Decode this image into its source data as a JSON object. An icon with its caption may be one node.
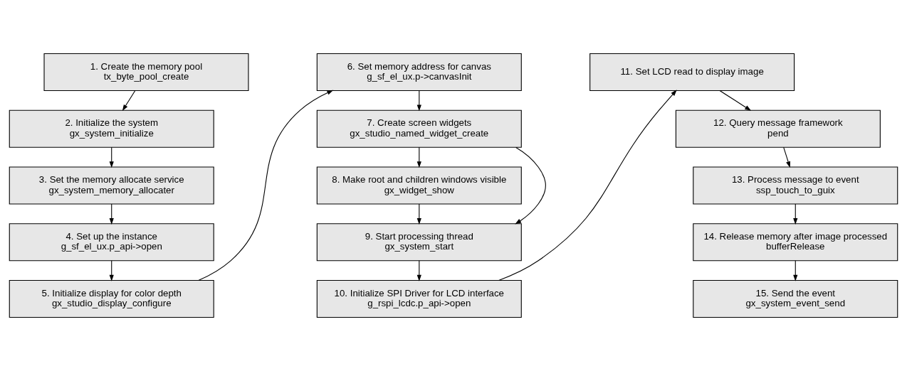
{
  "diagram": {
    "nodes": [
      {
        "text": [
          "1. Create the memory pool",
          "tx_byte_pool_create"
        ]
      },
      {
        "text": [
          "2. Initialize the system",
          "gx_system_initialize"
        ]
      },
      {
        "text": [
          "3. Set the memory allocate service",
          "gx_system_memory_allocater"
        ]
      },
      {
        "text": [
          "4. Set up the instance",
          "g_sf_el_ux.p_api->open"
        ]
      },
      {
        "text": [
          "5. Initialize display for color depth",
          "gx_studio_display_configure"
        ]
      },
      {
        "text": [
          "6. Set memory address for canvas",
          "g_sf_el_ux.p->canvasInit"
        ]
      },
      {
        "text": [
          "7. Create screen widgets",
          "gx_studio_named_widget_create"
        ]
      },
      {
        "text": [
          "8. Make root and children windows visible",
          "gx_widget_show"
        ]
      },
      {
        "text": [
          "9. Start processing thread",
          "gx_system_start"
        ]
      },
      {
        "text": [
          "10. Initialize SPI Driver for LCD interface",
          "g_rspi_lcdc.p_api->open"
        ]
      },
      {
        "text": [
          "11. Set LCD read to display image"
        ]
      },
      {
        "text": [
          "12. Query message framework",
          "pend"
        ]
      },
      {
        "text": [
          "13. Process message to event",
          "ssp_touch_to_guix"
        ]
      },
      {
        "text": [
          "14. Release memory after image processed",
          "bufferRelease"
        ]
      },
      {
        "text": [
          "15. Send the event",
          "gx_system_event_send"
        ]
      }
    ],
    "edges": [
      {
        "from": 0,
        "to": 1,
        "arrow": "to"
      },
      {
        "from": 1,
        "to": 2,
        "arrow": "to"
      },
      {
        "from": 2,
        "to": 3,
        "arrow": "to"
      },
      {
        "from": 3,
        "to": 4,
        "arrow": "to"
      },
      {
        "from": 4,
        "to": 5,
        "arrow": "to"
      },
      {
        "from": 5,
        "to": 6,
        "arrow": "to"
      },
      {
        "from": 6,
        "to": 7,
        "arrow": "to"
      },
      {
        "from": 6,
        "to": 8,
        "arrow": "to"
      },
      {
        "from": 7,
        "to": 8,
        "arrow": "to"
      },
      {
        "from": 8,
        "to": 9,
        "arrow": "to"
      },
      {
        "from": 9,
        "to": 10,
        "arrow": "to"
      },
      {
        "from": 10,
        "to": 11,
        "arrow": "to"
      },
      {
        "from": 11,
        "to": 12,
        "arrow": "to"
      },
      {
        "from": 12,
        "to": 13,
        "arrow": "to"
      },
      {
        "from": 13,
        "to": 14,
        "arrow": "to"
      }
    ]
  }
}
